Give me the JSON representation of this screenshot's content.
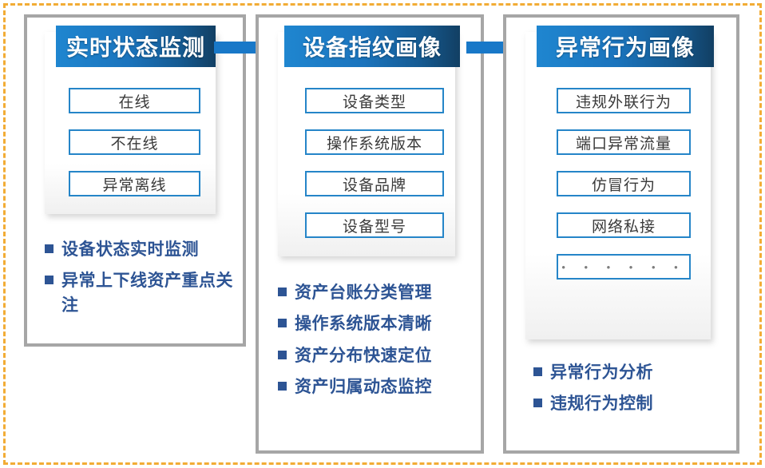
{
  "diagram": {
    "frame_color": "#f2ac35",
    "accent_blue": "#1878c8",
    "header_blue_light": "#1f86d0",
    "header_blue_dark": "#123f63",
    "bullet_navy": "#2d5494",
    "box_border_blue": "#2585c8",
    "panel_border_gray": "#a6a6a6"
  },
  "columns": [
    {
      "id": "realtime-status-monitoring",
      "header": "实时状态监测",
      "items": [
        {
          "label": "在线"
        },
        {
          "label": "不在线"
        },
        {
          "label": "异常离线"
        }
      ],
      "bullets": [
        "设备状态实时监测",
        "异常上下线资产重点关注"
      ]
    },
    {
      "id": "device-fingerprint-profile",
      "header": "设备指纹画像",
      "items": [
        {
          "label": "设备类型"
        },
        {
          "label": "操作系统版本"
        },
        {
          "label": "设备品牌"
        },
        {
          "label": "设备型号"
        }
      ],
      "bullets": [
        "资产台账分类管理",
        "操作系统版本清晰",
        "资产分布快速定位",
        "资产归属动态监控"
      ]
    },
    {
      "id": "abnormal-behavior-profile",
      "header": "异常行为画像",
      "items": [
        {
          "label": "违规外联行为"
        },
        {
          "label": "端口异常流量"
        },
        {
          "label": "仿冒行为"
        },
        {
          "label": "网络私接"
        },
        {
          "label": "• • • • • •"
        }
      ],
      "bullets": [
        "异常行为分析",
        "违规行为控制"
      ]
    }
  ],
  "arrows": [
    {
      "id": "arrow-col1-to-col2",
      "label": "flow-arrow-right"
    },
    {
      "id": "arrow-col2-to-col3",
      "label": "flow-arrow-right"
    }
  ]
}
